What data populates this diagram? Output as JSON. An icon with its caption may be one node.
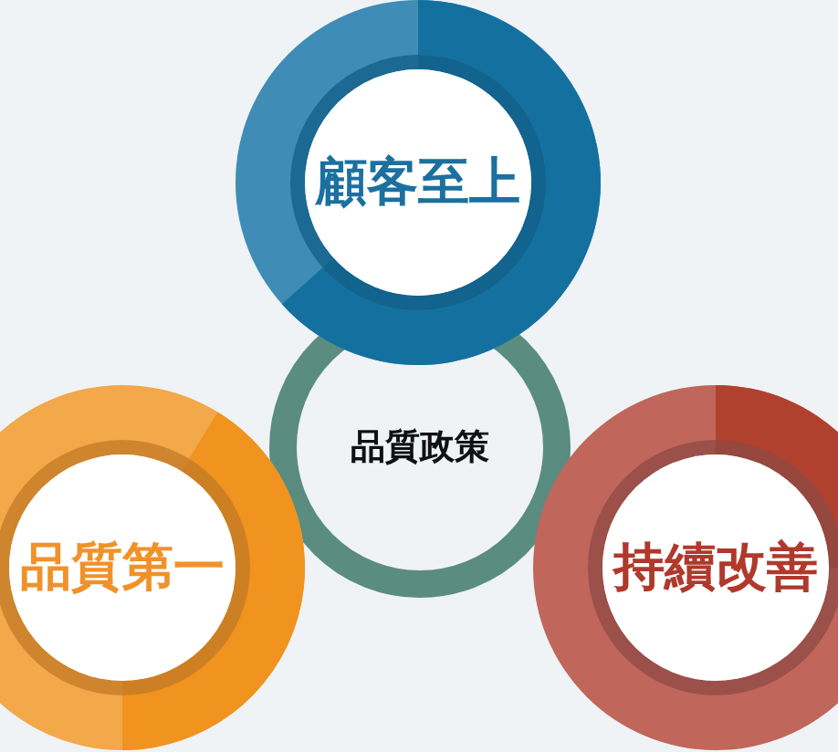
{
  "diagram": {
    "nodes": [
      {
        "text": [
          "品質政策"
        ]
      },
      {
        "text": [
          "顧客至上"
        ]
      },
      {
        "text": [
          "品質第一"
        ]
      },
      {
        "text": [
          "持續改善"
        ]
      }
    ]
  }
}
